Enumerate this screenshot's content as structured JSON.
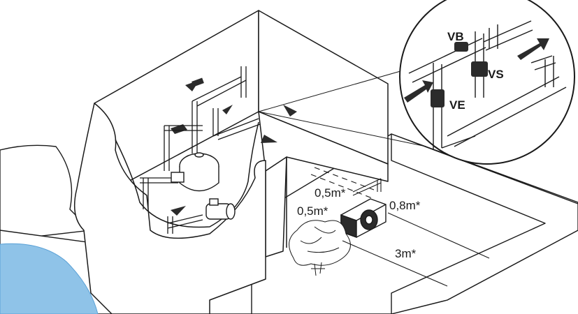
{
  "labels": {
    "valve_bypass": "VB",
    "valve_outlet": "VS",
    "valve_inlet": "VE"
  },
  "distances": {
    "wall_upper": "0,5m*",
    "wall_lower": "0,5m*",
    "side_clearance": "0,8m*",
    "front_clearance": "3m*"
  },
  "colors": {
    "line": "#1a1a1a",
    "water": "#8fc3e8",
    "water_edge": "#5aa1d6",
    "arrow": "#2b2b2b"
  }
}
